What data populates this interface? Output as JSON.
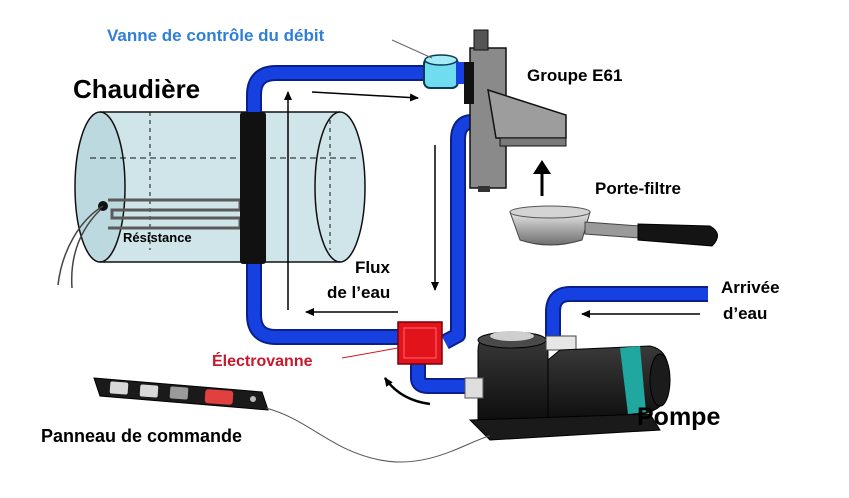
{
  "labels": {
    "flow_valve": "Vanne de contrôle du débit",
    "boiler": "Chaudière",
    "group": "Groupe E61",
    "portafilter": "Porte-filtre",
    "heater": "Résistance",
    "water_flow_line1": "Flux",
    "water_flow_line2": "de l’eau",
    "water_inlet_line1": "Arrivée",
    "water_inlet_line2": "d’eau",
    "solenoid": "Électrovanne",
    "pump": "Pompe",
    "control_panel": "Panneau de commande"
  },
  "colors": {
    "pipe": "#1640e0",
    "pipe_dark": "#0a1f8a",
    "flow_valve_text": "#2f7fd8",
    "solenoid_text": "#c8182b",
    "solenoid_body": "#e3131c",
    "boiler_fill": "#cfe5ea",
    "text": "#000000",
    "valve_cyan": "#6fdcef",
    "pump_teal": "#1fa7a0"
  }
}
